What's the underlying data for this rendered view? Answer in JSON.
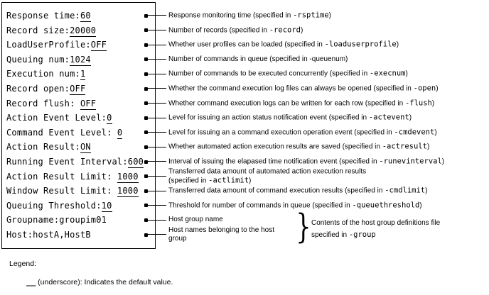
{
  "colors": {
    "foreground": "#000000",
    "background": "#ffffff"
  },
  "box": {
    "rows": [
      {
        "label": "Response time:",
        "value": "60",
        "default_underline": true,
        "desc_lines": [
          [
            {
              "text": "Response monitoring time (specified in "
            },
            {
              "text": "-rsptime",
              "mono": true
            },
            {
              "text": ")"
            }
          ]
        ]
      },
      {
        "label": "Record size:",
        "value": "20000",
        "default_underline": true,
        "desc_lines": [
          [
            {
              "text": "Number of records (specified in "
            },
            {
              "text": "-record",
              "mono": true
            },
            {
              "text": ")"
            }
          ]
        ]
      },
      {
        "label": "LoadUserProfile:",
        "value": "OFF",
        "default_underline": true,
        "desc_lines": [
          [
            {
              "text": "Whether user profiles can be loaded (specified in "
            },
            {
              "text": "-loaduserprofile",
              "mono": true
            },
            {
              "text": ")"
            }
          ]
        ]
      },
      {
        "label": "Queuing num:",
        "value": "1024",
        "default_underline": true,
        "desc_lines": [
          [
            {
              "text": "Number of commands in queue (specified in -queuenum)"
            }
          ]
        ]
      },
      {
        "label": "Execution num:",
        "value": "1",
        "default_underline": true,
        "desc_lines": [
          [
            {
              "text": "Number of commands to be executed concurrently (specified in "
            },
            {
              "text": "-execnum",
              "mono": true
            },
            {
              "text": ")"
            }
          ]
        ]
      },
      {
        "label": "Record open:",
        "value": "OFF",
        "default_underline": true,
        "desc_lines": [
          [
            {
              "text": "Whether the command execution log files can always be opened (specified in "
            },
            {
              "text": "-open",
              "mono": true
            },
            {
              "text": ")"
            }
          ]
        ]
      },
      {
        "label": "Record flush: ",
        "value": "OFF",
        "default_underline": true,
        "desc_lines": [
          [
            {
              "text": "Whether command execution logs can be written for each row (specified in "
            },
            {
              "text": "-flush",
              "mono": true
            },
            {
              "text": ")"
            }
          ]
        ]
      },
      {
        "label": "Action Event Level:",
        "value": "0",
        "default_underline": true,
        "desc_lines": [
          [
            {
              "text": "Level for issuing an action status notification event (specified in "
            },
            {
              "text": "-actevent",
              "mono": true
            },
            {
              "text": ")"
            }
          ]
        ]
      },
      {
        "label": "Command Event Level: ",
        "value": "0",
        "default_underline": true,
        "desc_lines": [
          [
            {
              "text": "Level for issuing an a command execution operation event (specified in "
            },
            {
              "text": "-cmdevent",
              "mono": true
            },
            {
              "text": ")"
            }
          ]
        ]
      },
      {
        "label": "Action Result:",
        "value": "ON",
        "default_underline": true,
        "desc_lines": [
          [
            {
              "text": "Whether automated action execution results are saved (specified in "
            },
            {
              "text": "-actresult",
              "mono": true
            },
            {
              "text": ")"
            }
          ]
        ]
      },
      {
        "label": "Running Event Interval:",
        "value": "600",
        "default_underline": true,
        "desc_lines": [
          [
            {
              "text": "Interval of issuing the elapased time notification event (specified in "
            },
            {
              "text": "-runevinterval",
              "mono": true
            },
            {
              "text": ")"
            }
          ]
        ]
      },
      {
        "label": "Action Result Limit: ",
        "value": "1000",
        "default_underline": true,
        "desc_lines": [
          [
            {
              "text": "Transferred data amount of automated action execution results"
            }
          ],
          [
            {
              "text": "(specified in "
            },
            {
              "text": "-actlimit",
              "mono": true
            },
            {
              "text": ")"
            }
          ]
        ]
      },
      {
        "label": "Window Result Limit: ",
        "value": "1000",
        "default_underline": true,
        "desc_lines": [
          [
            {
              "text": "Transferred data amount of command execution results (specified in "
            },
            {
              "text": "-cmdlimit",
              "mono": true
            },
            {
              "text": ")"
            }
          ]
        ]
      },
      {
        "label": "Queuing Threshold:",
        "value": "10",
        "default_underline": true,
        "desc_lines": [
          [
            {
              "text": "Threshold for number of commands in queue (specified in "
            },
            {
              "text": "-queuethreshold",
              "mono": true
            },
            {
              "text": ")"
            }
          ]
        ]
      },
      {
        "label": "Groupname:",
        "value": "groupim01",
        "default_underline": false,
        "desc_lines": [
          [
            {
              "text": "Host group name"
            }
          ]
        ]
      },
      {
        "label": "Host:",
        "value": "hostA,HostB",
        "default_underline": false,
        "desc_lines": [
          [
            {
              "text": "Host names belonging to the host"
            }
          ],
          [
            {
              "text": "group"
            }
          ]
        ]
      }
    ]
  },
  "host_group_note": {
    "brace_char": "}",
    "lines": [
      [
        {
          "text": "Contents of the host group definitions file"
        }
      ],
      [
        {
          "text": "specified in "
        },
        {
          "text": "-group",
          "mono": true
        }
      ]
    ]
  },
  "legend": {
    "title": "Legend:",
    "marker": "__",
    "text": " (underscore): Indicates the default value."
  }
}
